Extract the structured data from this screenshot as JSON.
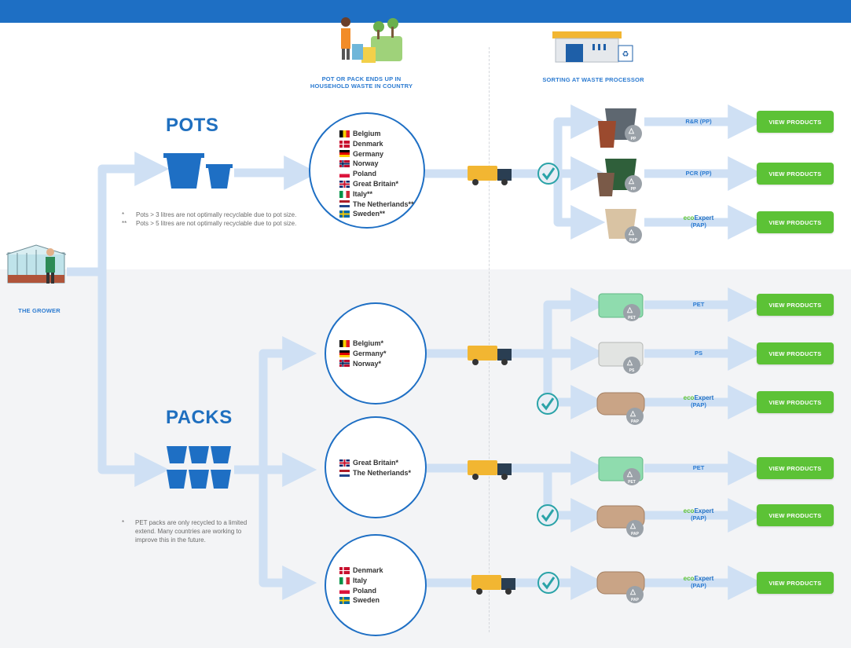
{
  "header": {
    "col1_title": [
      "POT OR PACK ENDS UP IN",
      "HOUSEHOLD WASTE IN COUNTRY"
    ],
    "col2_title": "SORTING AT WASTE PROCESSOR"
  },
  "grower": {
    "label": "THE GROWER"
  },
  "pots": {
    "title": "POTS",
    "notes": [
      {
        "mark": "*",
        "text": "Pots > 3 litres are not optimally recyclable due to pot size."
      },
      {
        "mark": "**",
        "text": "Pots > 5 litres are not optimally recyclable due to pot size."
      }
    ]
  },
  "packs": {
    "title": "PACKS",
    "notes": [
      {
        "mark": "*",
        "text": "PET packs are only recycled to a limited extend. Many countries are working to improve this in the future."
      }
    ]
  },
  "circles": [
    {
      "countries": [
        {
          "name": "Belgium",
          "flag": "be"
        },
        {
          "name": "Denmark",
          "flag": "dk"
        },
        {
          "name": "Germany",
          "flag": "de"
        },
        {
          "name": "Norway",
          "flag": "no"
        },
        {
          "name": "Poland",
          "flag": "pl"
        },
        {
          "name": "Great Britain*",
          "flag": "gb"
        },
        {
          "name": "Italy**",
          "flag": "it"
        },
        {
          "name": "The Netherlands**",
          "flag": "nl"
        },
        {
          "name": "Sweden**",
          "flag": "se"
        }
      ]
    },
    {
      "countries": [
        {
          "name": "Belgium*",
          "flag": "be"
        },
        {
          "name": "Germany*",
          "flag": "de"
        },
        {
          "name": "Norway*",
          "flag": "no"
        }
      ]
    },
    {
      "countries": [
        {
          "name": "Great Britain*",
          "flag": "gb"
        },
        {
          "name": "The Netherlands*",
          "flag": "nl"
        }
      ]
    },
    {
      "countries": [
        {
          "name": "Denmark",
          "flag": "dk"
        },
        {
          "name": "Italy",
          "flag": "it"
        },
        {
          "name": "Poland",
          "flag": "pl"
        },
        {
          "name": "Sweden",
          "flag": "se"
        }
      ]
    }
  ],
  "outputs": [
    {
      "label": "R&R (PP)",
      "eco": false,
      "code": "PP",
      "button": "VIEW PRODUCTS"
    },
    {
      "label": "PCR (PP)",
      "eco": false,
      "code": "PP",
      "button": "VIEW PRODUCTS"
    },
    {
      "label": "(PAP)",
      "eco": true,
      "code": "PAP",
      "button": "VIEW PRODUCTS"
    },
    {
      "label": "PET",
      "eco": false,
      "code": "PET",
      "button": "VIEW PRODUCTS"
    },
    {
      "label": "PS",
      "eco": false,
      "code": "PS",
      "button": "VIEW PRODUCTS"
    },
    {
      "label": "(PAP)",
      "eco": true,
      "code": "PAP",
      "button": "VIEW PRODUCTS"
    },
    {
      "label": "PET",
      "eco": false,
      "code": "PET",
      "button": "VIEW PRODUCTS"
    },
    {
      "label": "(PAP)",
      "eco": true,
      "code": "PAP",
      "button": "VIEW PRODUCTS"
    },
    {
      "label": "(PAP)",
      "eco": true,
      "code": "PAP",
      "button": "VIEW PRODUCTS"
    }
  ],
  "eco_brand": {
    "part1": "eco",
    "part2": "Expert"
  },
  "colors": {
    "arrow": "#cfe0f4",
    "brand_blue": "#1e6fc4",
    "button_green": "#5cc236",
    "truck": "#f2b632"
  }
}
